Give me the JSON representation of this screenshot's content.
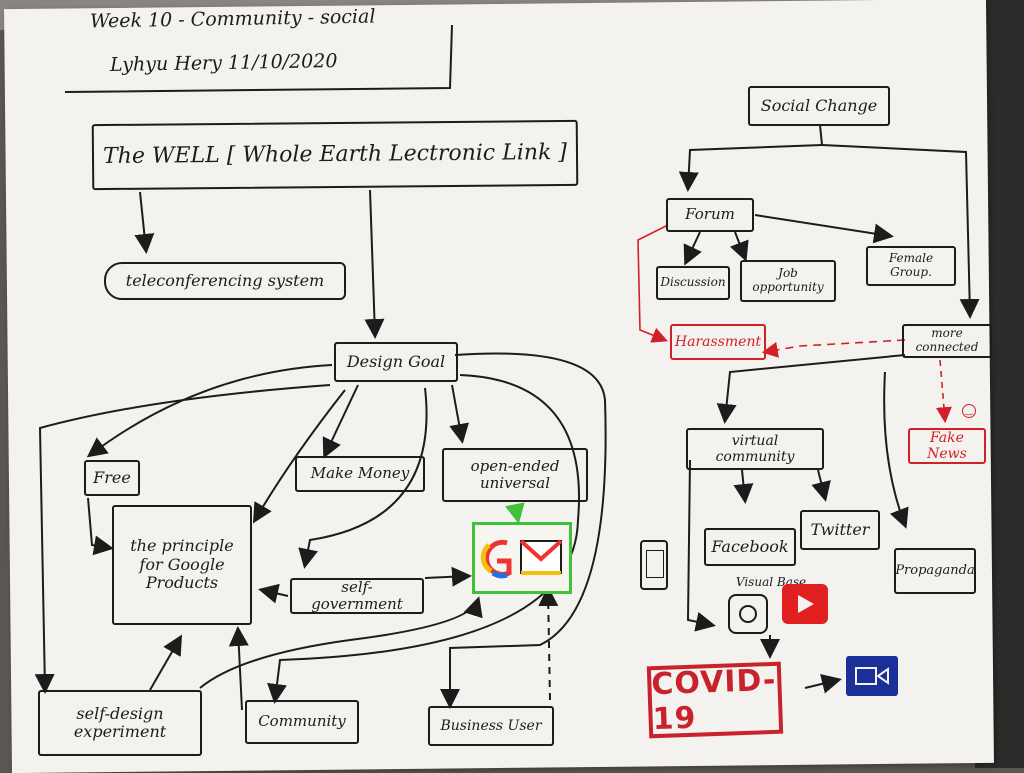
{
  "header": {
    "line1": "Week 10 - Community - social",
    "line2": "Lyhyu Hery 11/10/2020"
  },
  "nodes": {
    "well": "The WELL [ Whole Earth Lectronic Link ]",
    "teleconf": "teleconferencing system",
    "design_goal": "Design Goal",
    "free": "Free",
    "make_money": "Make Money",
    "open_ended": "open-ended universal",
    "principle": "the principle for Google Products",
    "self_gov": "self-government",
    "self_design": "self-design experiment",
    "community": "Community",
    "business_user": "Business User",
    "social_change": "Social Change",
    "forum": "Forum",
    "discussion": "Discussion",
    "job": "Job opportunity",
    "female": "Female Group.",
    "harassment": "Harassment",
    "more_connected": "more connected",
    "fake_news": "Fake News",
    "virtual_community": "virtual community",
    "facebook": "Facebook",
    "twitter": "Twitter",
    "visual_base": "Visual Base",
    "propaganda": "Propaganda",
    "covid": "COVID-19"
  },
  "colors": {
    "ink": "#1c1c1c",
    "red_ink": "#d2202a",
    "green_highlight": "#3fc23a",
    "youtube_red": "#e02020",
    "zoom_blue": "#1a2f9a"
  },
  "icons": [
    "google-gmail-icon",
    "phone-icon",
    "instagram-icon",
    "youtube-icon",
    "zoom-icon",
    "smiley-icon"
  ]
}
